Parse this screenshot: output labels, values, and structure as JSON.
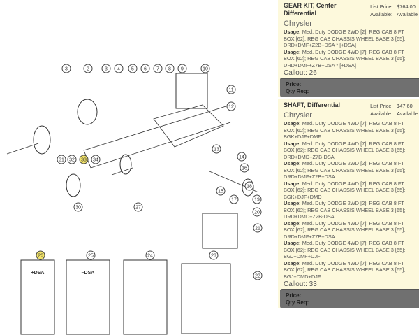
{
  "diagram": {
    "callouts": [
      "3",
      "2",
      "3",
      "4",
      "5",
      "6",
      "7",
      "8",
      "9",
      "10",
      "11",
      "12",
      "31",
      "32",
      "33",
      "34",
      "13",
      "14",
      "16",
      "15",
      "17",
      "18",
      "19",
      "20",
      "30",
      "27",
      "21",
      "26",
      "25",
      "24",
      "23",
      "22"
    ],
    "highlighted": [
      "26",
      "33"
    ],
    "highlight_color": "#f3e46a",
    "labels": {
      "plus_dsa": "+DSA",
      "minus_dsa": "–DSA"
    }
  },
  "parts": [
    {
      "title": "GEAR KIT, Center Differential",
      "list_price_label": "List Price:",
      "list_price": "$764.00",
      "available_label": "Available:",
      "available": "Available",
      "manufacturer": "Chrysler",
      "usages": [
        "Med. Duty DODGE 2WD [2]; REG CAB 8 FT BOX [62]; REG CAB CHASSIS WHEEL BASE 3 [65]; DRD+DMF+Z2B+DSA * [+DSA]",
        "Med. Duty DODGE 4WD [7]; REG CAB 8 FT BOX [62]; REG CAB CHASSIS WHEEL BASE 3 [65]; DRD+DMF+Z7B+DSA * [+DSA]"
      ],
      "callout": "Callout: 26",
      "price_label": "Price:",
      "qty_label": "Qty Req:"
    },
    {
      "title": "SHAFT, Differential",
      "list_price_label": "List Price:",
      "list_price": "$47.60",
      "available_label": "Available:",
      "available": "Available",
      "manufacturer": "Chrysler",
      "usages": [
        "Med. Duty DODGE 4WD [7]; REG CAB 8 FT BOX [62]; REG CAB CHASSIS WHEEL BASE 3 [65]; BGK+DJF+DMF",
        "Med. Duty DODGE 4WD [7]; REG CAB 8 FT BOX [62]; REG CAB CHASSIS WHEEL BASE 3 [65]; DRD+DMD+Z7B-DSA",
        "Med. Duty DODGE 2WD [2]; REG CAB 8 FT BOX [62]; REG CAB CHASSIS WHEEL BASE 3 [65]; DRD+DMF+Z2B+DSA",
        "Med. Duty DODGE 4WD [7]; REG CAB 8 FT BOX [62]; REG CAB CHASSIS WHEEL BASE 3 [65]; BGK+DJF+DMD",
        "Med. Duty DODGE 2WD [2]; REG CAB 8 FT BOX [62]; REG CAB CHASSIS WHEEL BASE 3 [65]; DRD+DMD+Z2B-DSA",
        "Med. Duty DODGE 4WD [7]; REG CAB 8 FT BOX [62]; REG CAB CHASSIS WHEEL BASE 3 [65]; DRD+DMF+Z7B+DSA",
        "Med. Duty DODGE 4WD [7]; REG CAB 8 FT BOX [62]; REG CAB CHASSIS WHEEL BASE 3 [65]; BGJ+DMF+DJF",
        "Med. Duty DODGE 4WD [7]; REG CAB 8 FT BOX [62]; REG CAB CHASSIS WHEEL BASE 3 [65]; BGJ+DMD+DJF"
      ],
      "callout": "Callout: 33",
      "price_label": "Price:",
      "qty_label": "Qty Req:"
    }
  ],
  "usage_label": "Usage:"
}
